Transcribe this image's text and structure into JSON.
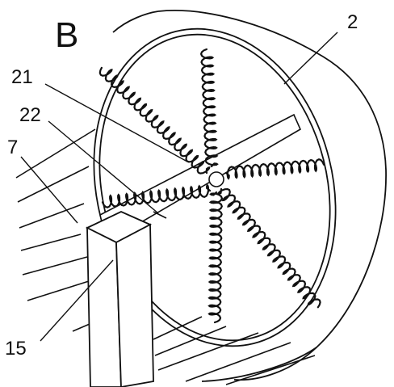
{
  "figure": {
    "view_label": "B",
    "labels": {
      "part_2": "2",
      "part_21": "21",
      "part_22": "22",
      "part_7": "7",
      "part_15": "15"
    }
  },
  "colors": {
    "line": "#111111",
    "background": "#ffffff"
  }
}
